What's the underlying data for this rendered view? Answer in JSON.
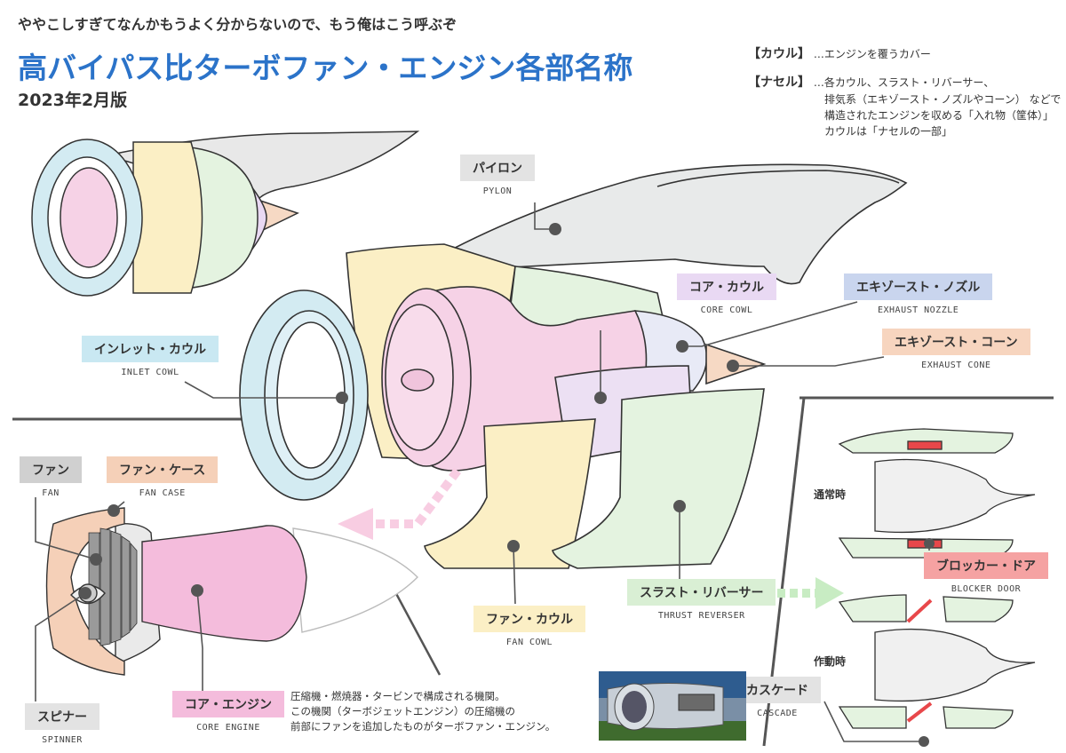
{
  "header": {
    "subtitle": "ややこしすぎてなんかもうよく分からないので、もう俺はこう呼ぶぞ",
    "title": "高バイパス比ターボファン・エンジン各部名称",
    "edition": "2023年2月版"
  },
  "definitions": [
    {
      "term": "【カウル】",
      "text": "…エンジンを覆うカバー"
    },
    {
      "term": "【ナセル】",
      "lines": [
        "…各カウル、スラスト・リバーサー、",
        "排気系（エキゾースト・ノズルやコーン） などで",
        "構造されたエンジンを収める「入れ物（筐体）」",
        "カウルは「ナセルの一部」"
      ]
    }
  ],
  "labels": {
    "pylon": {
      "jp": "パイロン",
      "en": "PYLON",
      "color": "#e3e3e3"
    },
    "core_cowl": {
      "jp": "コア・カウル",
      "en": "CORE COWL",
      "color": "#e9d9f3"
    },
    "exhaust_nozzle": {
      "jp": "エキゾースト・ノズル",
      "en": "EXHAUST NOZZLE",
      "color": "#c9d5ee"
    },
    "exhaust_cone": {
      "jp": "エキゾースト・コーン",
      "en": "EXHAUST CONE",
      "color": "#f7d5bf"
    },
    "inlet_cowl": {
      "jp": "インレット・カウル",
      "en": "INLET COWL",
      "color": "#c9e8f2"
    },
    "fan": {
      "jp": "ファン",
      "en": "FAN",
      "color": "#d0d0d0"
    },
    "fan_case": {
      "jp": "ファン・ケース",
      "en": "FAN CASE",
      "color": "#f5d0b8"
    },
    "spinner": {
      "jp": "スピナー",
      "en": "SPINNER",
      "color": "#e3e3e3"
    },
    "core_engine": {
      "jp": "コア・エンジン",
      "en": "CORE ENGINE",
      "color": "#f4bcdc"
    },
    "fan_cowl": {
      "jp": "ファン・カウル",
      "en": "FAN COWL",
      "color": "#fbefc5"
    },
    "thrust_reverser": {
      "jp": "スラスト・リバーサー",
      "en": "THRUST REVERSER",
      "color": "#d9efd4"
    },
    "blocker_door": {
      "jp": "ブロッカー・ドア",
      "en": "BLOCKER DOOR",
      "color": "#f5a2a2"
    },
    "cascade": {
      "jp": "カスケード",
      "en": "CASCADE",
      "color": "#e3e3e3"
    }
  },
  "core_description": [
    "圧縮機・燃焼器・タービンで構成される機関。",
    "この機関（ターボジェットエンジン）の圧縮機の",
    "前部にファンを追加したものがターボファン・エンジン。"
  ],
  "states": {
    "normal": "通常時",
    "operating": "作動時"
  },
  "colors": {
    "title_blue": "#2b73c9",
    "fan_cowl": "#fbefc5",
    "inlet": "#d3ebf2",
    "core": "#f6d2e6",
    "reverser": "#e4f3e0",
    "blocker": "#e8474a",
    "arrow_pink": "#f8cde2",
    "arrow_green": "#c8ecc3"
  }
}
